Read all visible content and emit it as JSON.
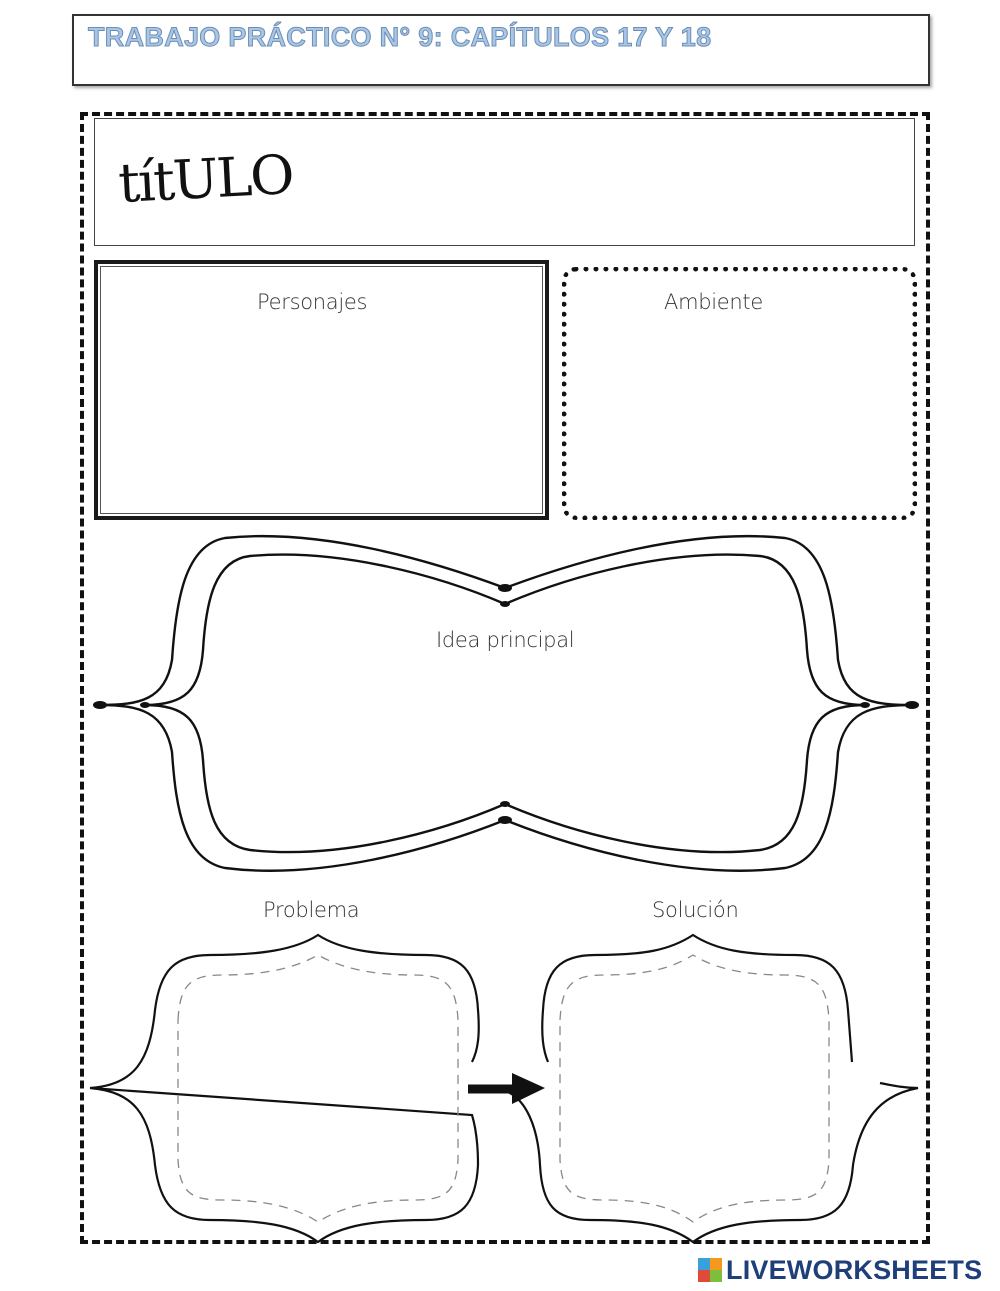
{
  "header": {
    "title": "TRABAJO PRÁCTICO N° 9: CAPÍTULOS 17 Y 18"
  },
  "title_section": {
    "word": "títULO"
  },
  "sections": {
    "personajes": "Personajes",
    "ambiente": "Ambiente",
    "idea_principal": "Idea principal",
    "problema": "Problema",
    "solucion": "Solución"
  },
  "brand": {
    "name": "LIVEWORKSHEETS",
    "colors": [
      "#3aa0dc",
      "#f39a1e",
      "#e04a3a",
      "#7cbf3a"
    ]
  },
  "icons": [
    "arrow-right-icon",
    "liveworksheets-logo-icon"
  ]
}
